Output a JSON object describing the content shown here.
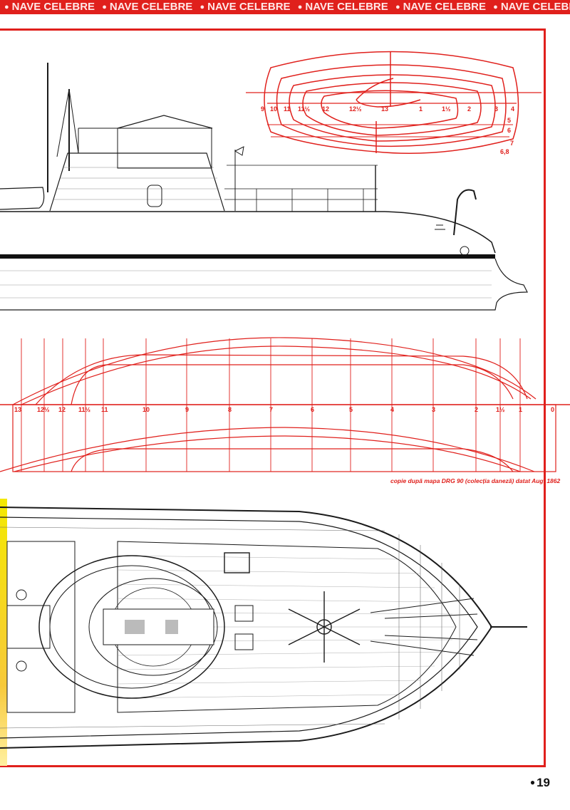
{
  "header": {
    "banner_text": "NAVE CELEBRE"
  },
  "body_plan": {
    "stations_left": [
      "9",
      "10",
      "11",
      "11½",
      "12",
      "12½",
      "13"
    ],
    "stations_right": [
      "1",
      "1½",
      "2",
      "3",
      "4"
    ],
    "waterlines": [
      "5",
      "6",
      "7",
      "6,8"
    ]
  },
  "half_breadth_plan": {
    "stations": [
      "13",
      "12½",
      "12",
      "11½",
      "11",
      "10",
      "9",
      "8",
      "7",
      "6",
      "5",
      "4",
      "3",
      "2",
      "1½",
      "1",
      "0"
    ]
  },
  "source_caption": "copie după mapa DRG 90 (colecția daneză) datat Aug. 1862",
  "footer": {
    "page_number": "19"
  },
  "colors": {
    "accent": "#e0201c",
    "ink": "#1a1a1a"
  },
  "icons": {
    "page_bullet": "filled-circle"
  }
}
